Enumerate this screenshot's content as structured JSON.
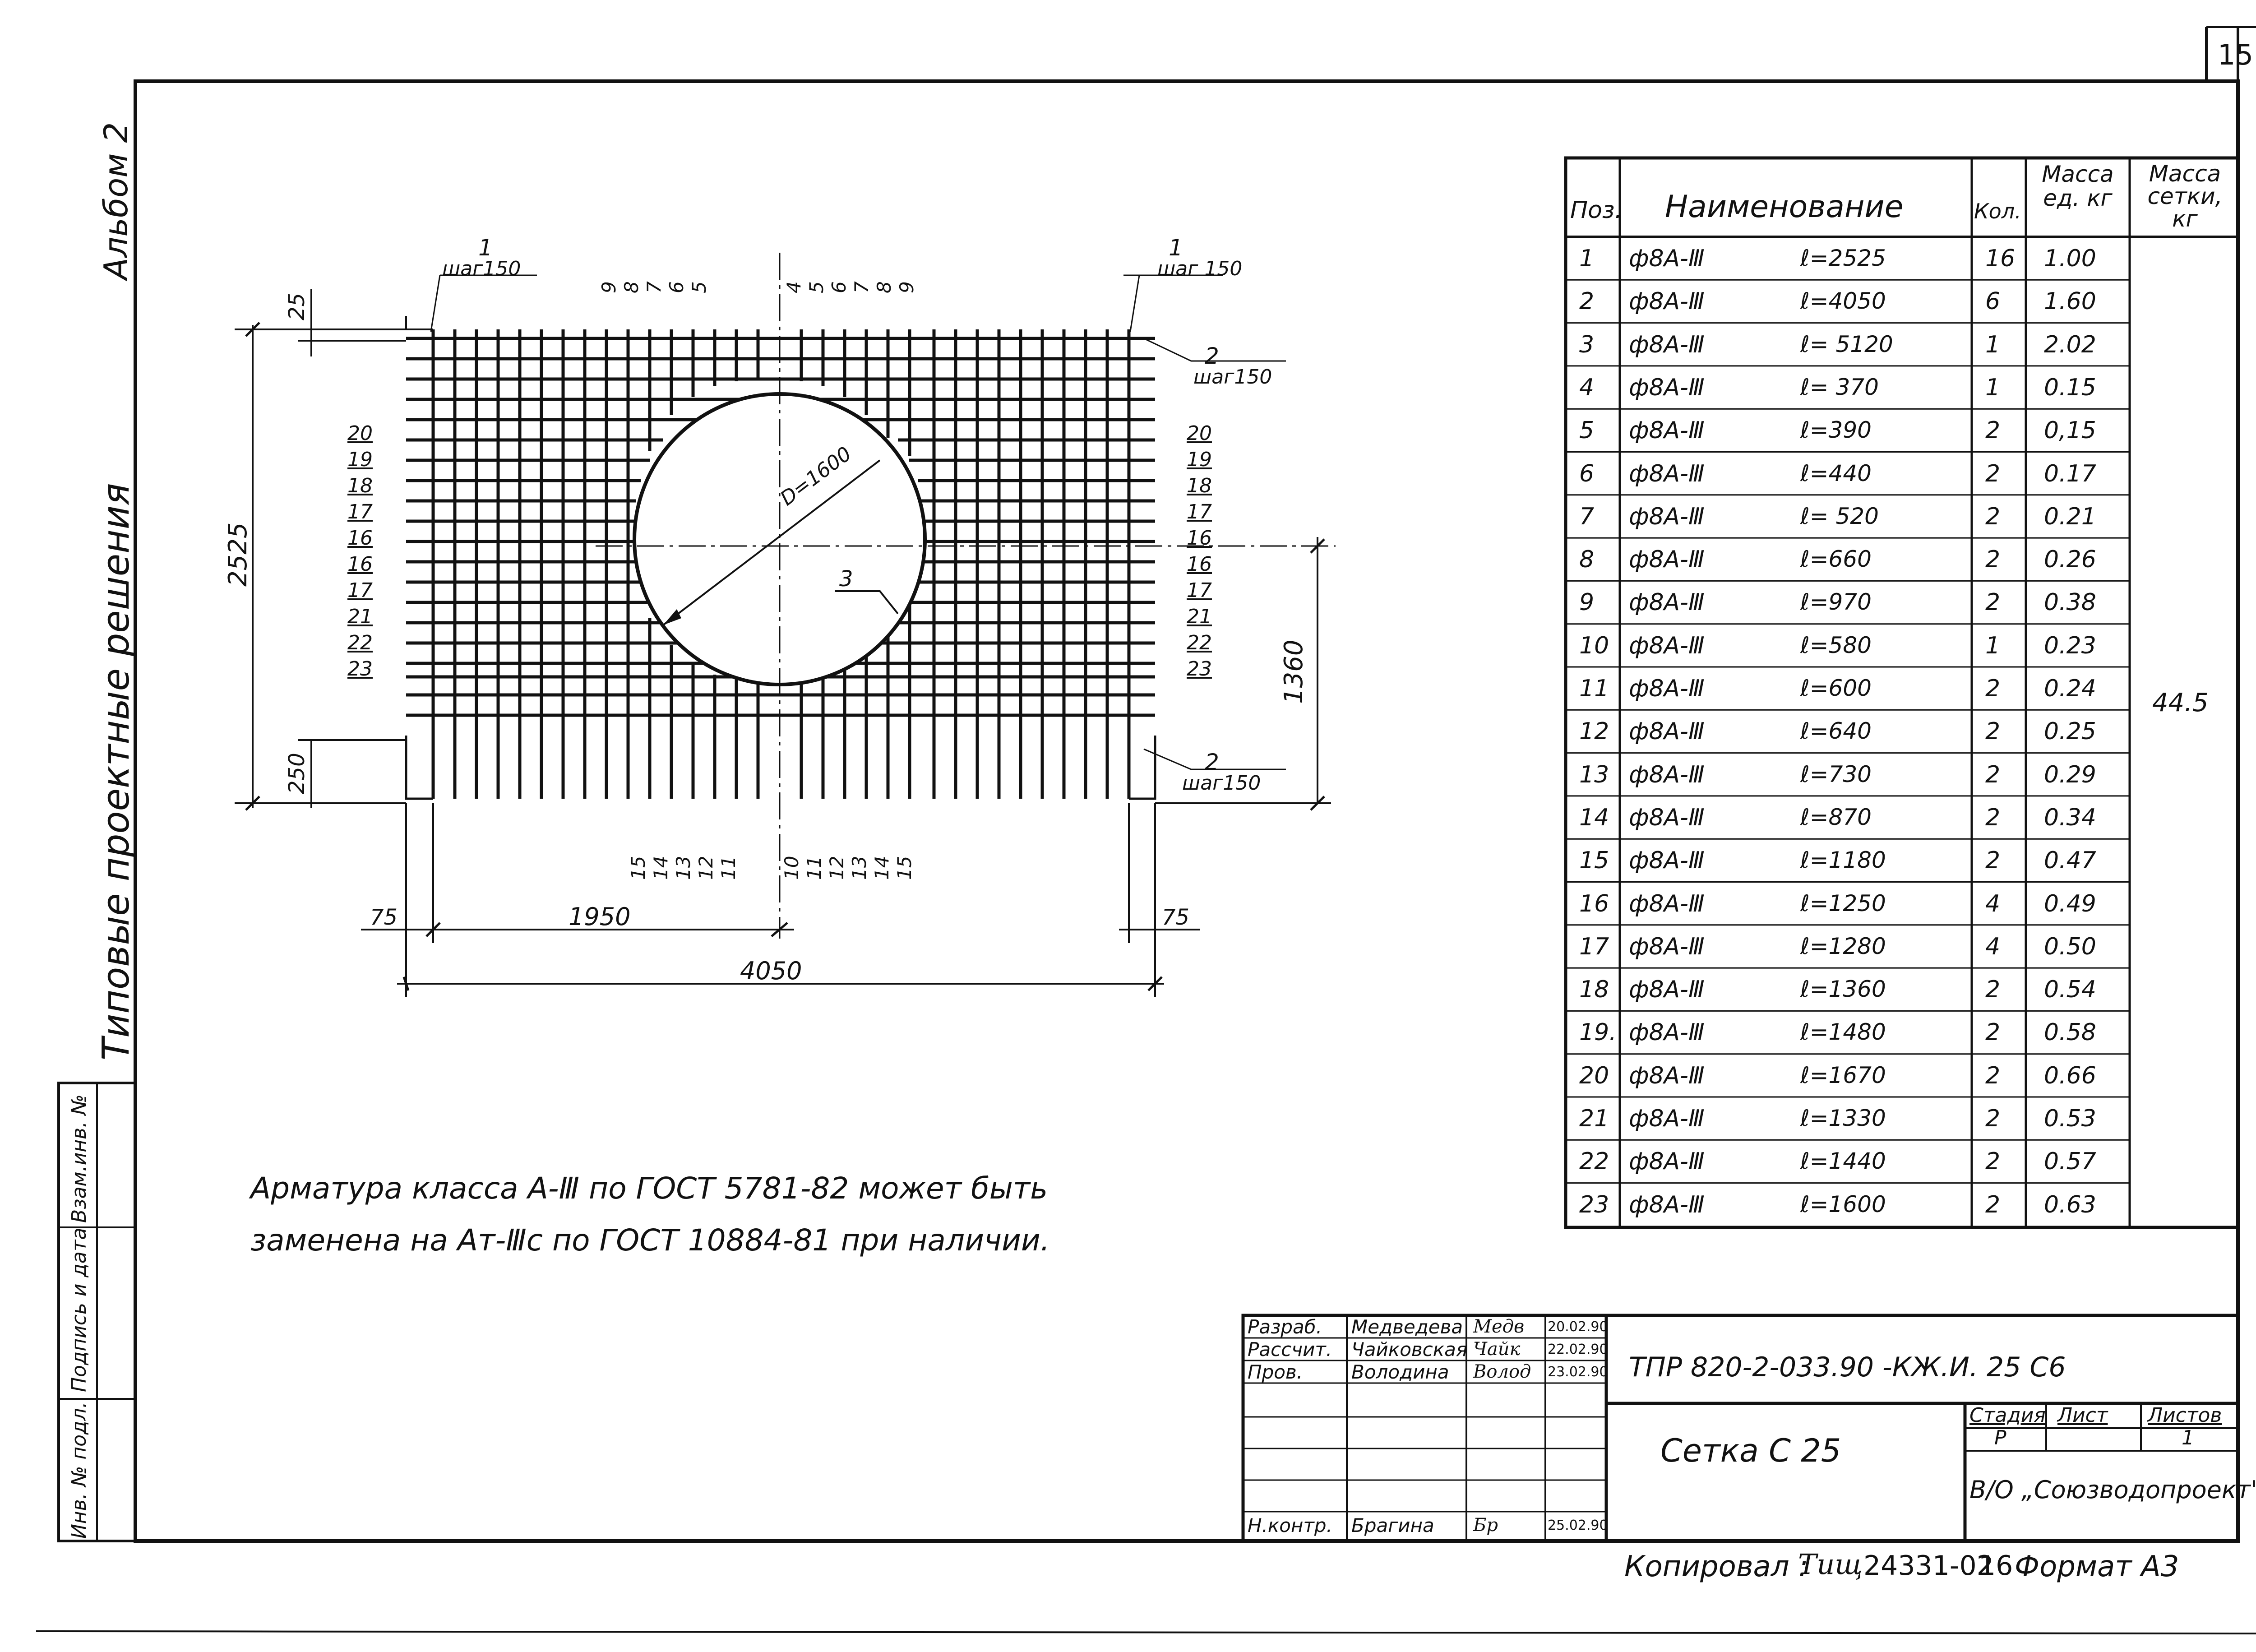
{
  "sheet": {
    "number": "15",
    "album": "Альбом 2",
    "series": "Типовые проектные решения"
  },
  "left_strip": {
    "inv_no": "Инв. № подл.",
    "sign_date": "Подпись и дата",
    "replace_inv": "Взам.инв. №"
  },
  "drawing": {
    "diameter_label": "D=1600",
    "dimensions": {
      "top_gap": "25",
      "height": "2525",
      "bottom_gap": "250",
      "left_offset": "75",
      "half_width": "1950",
      "width": "4050",
      "right_offset": "75",
      "right_height": "1360"
    },
    "callouts": {
      "pos1_left": "1",
      "pitch1_left": "шаг150",
      "pos1_right": "1",
      "pitch1_right": "шаг 150",
      "pos2_top": "2",
      "pitch2_top": "шаг150",
      "pos2_bottom": "2",
      "pitch2_bottom": "шаг150",
      "pos3": "3",
      "top_left": [
        "9",
        "8",
        "7",
        "6",
        "5"
      ],
      "top_right": [
        "4",
        "5",
        "6",
        "7",
        "8",
        "9"
      ],
      "bottom_left": [
        "15",
        "14",
        "13",
        "12",
        "11"
      ],
      "bottom_right": [
        "10",
        "11",
        "12",
        "13",
        "14",
        "15"
      ],
      "left_side": [
        "20",
        "19",
        "18",
        "17",
        "16",
        "16",
        "17",
        "21",
        "22",
        "23"
      ],
      "right_side": [
        "20",
        "19",
        "18",
        "17",
        "16",
        "16",
        "17",
        "21",
        "22",
        "23"
      ]
    }
  },
  "note": {
    "line1": "Арматура  класса  А-Ⅲ  по ГОСТ 5781-82 может быть",
    "line2": "заменена  на  Ат-Ⅲс  по ГОСТ 10884-81 при наличии."
  },
  "spec_table": {
    "headers": {
      "pos": "Поз.",
      "name": "Наименование",
      "qty": "Кол.",
      "unit_mass": "Масса ед. кг",
      "mesh_mass": "Масса сетки, кг"
    },
    "total_mass": "44.5",
    "rows": [
      {
        "pos": "1",
        "name": "ф8А-Ⅲ",
        "len": "ℓ=2525",
        "qty": "16",
        "mass": "1.00"
      },
      {
        "pos": "2",
        "name": "ф8А-Ⅲ",
        "len": "ℓ=4050",
        "qty": "6",
        "mass": "1.60"
      },
      {
        "pos": "3",
        "name": "ф8А-Ⅲ",
        "len": "ℓ= 5120",
        "qty": "1",
        "mass": "2.02"
      },
      {
        "pos": "4",
        "name": "ф8А-Ⅲ",
        "len": "ℓ= 370",
        "qty": "1",
        "mass": "0.15"
      },
      {
        "pos": "5",
        "name": "ф8А-Ⅲ",
        "len": "ℓ=390",
        "qty": "2",
        "mass": "0,15"
      },
      {
        "pos": "6",
        "name": "ф8А-Ⅲ",
        "len": "ℓ=440",
        "qty": "2",
        "mass": "0.17"
      },
      {
        "pos": "7",
        "name": "ф8А-Ⅲ",
        "len": "ℓ= 520",
        "qty": "2",
        "mass": "0.21"
      },
      {
        "pos": "8",
        "name": "ф8А-Ⅲ",
        "len": "ℓ=660",
        "qty": "2",
        "mass": "0.26"
      },
      {
        "pos": "9",
        "name": "ф8А-Ⅲ",
        "len": "ℓ=970",
        "qty": "2",
        "mass": "0.38"
      },
      {
        "pos": "10",
        "name": "ф8А-Ⅲ",
        "len": "ℓ=580",
        "qty": "1",
        "mass": "0.23"
      },
      {
        "pos": "11",
        "name": "ф8А-Ⅲ",
        "len": "ℓ=600",
        "qty": "2",
        "mass": "0.24"
      },
      {
        "pos": "12",
        "name": "ф8А-Ⅲ",
        "len": "ℓ=640",
        "qty": "2",
        "mass": "0.25"
      },
      {
        "pos": "13",
        "name": "ф8А-Ⅲ",
        "len": "ℓ=730",
        "qty": "2",
        "mass": "0.29"
      },
      {
        "pos": "14",
        "name": "ф8А-Ⅲ",
        "len": "ℓ=870",
        "qty": "2",
        "mass": "0.34"
      },
      {
        "pos": "15",
        "name": "ф8А-Ⅲ",
        "len": "ℓ=1180",
        "qty": "2",
        "mass": "0.47"
      },
      {
        "pos": "16",
        "name": "ф8А-Ⅲ",
        "len": "ℓ=1250",
        "qty": "4",
        "mass": "0.49"
      },
      {
        "pos": "17",
        "name": "ф8А-Ⅲ",
        "len": "ℓ=1280",
        "qty": "4",
        "mass": "0.50"
      },
      {
        "pos": "18",
        "name": "ф8А-Ⅲ",
        "len": "ℓ=1360",
        "qty": "2",
        "mass": "0.54"
      },
      {
        "pos": "19.",
        "name": "ф8А-Ⅲ",
        "len": "ℓ=1480",
        "qty": "2",
        "mass": "0.58"
      },
      {
        "pos": "20",
        "name": "ф8А-Ⅲ",
        "len": "ℓ=1670",
        "qty": "2",
        "mass": "0.66"
      },
      {
        "pos": "21",
        "name": "ф8А-Ⅲ",
        "len": "ℓ=1330",
        "qty": "2",
        "mass": "0.53"
      },
      {
        "pos": "22",
        "name": "ф8А-Ⅲ",
        "len": "ℓ=1440",
        "qty": "2",
        "mass": "0.57"
      },
      {
        "pos": "23",
        "name": "ф8А-Ⅲ",
        "len": "ℓ=1600",
        "qty": "2",
        "mass": "0.63"
      }
    ]
  },
  "title_block": {
    "roles": [
      {
        "role": "Разраб.",
        "name": "Медведева",
        "sign": "Медв",
        "date": "20.02.90"
      },
      {
        "role": "Рассчит.",
        "name": "Чайковская",
        "sign": "Чайк",
        "date": "22.02.90"
      },
      {
        "role": "Пров.",
        "name": "Володина",
        "sign": "Волод",
        "date": "23.02.90"
      },
      {
        "role": "Н.контр.",
        "name": "Брагина",
        "sign": "Бр",
        "date": "25.02.90"
      }
    ],
    "doc_code": "ТПР 820-2-033.90 -КЖ.И. 25 С6",
    "doc_title": "Сетка С 25",
    "stage_label": "Стадия",
    "stage_value": "Р",
    "sheet_label": "Лист",
    "sheet_value": "",
    "sheets_label": "Листов",
    "sheets_value": "1",
    "org": "В/О „Союзводопроект\""
  },
  "footer": {
    "copied": "Копировал :",
    "copied_sign": "Тищ",
    "order_no": "24331-02",
    "sheet_no": "16",
    "format": "Формат А3"
  }
}
